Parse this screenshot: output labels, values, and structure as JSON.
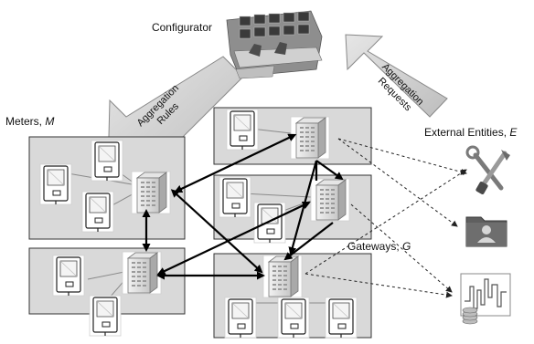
{
  "labels": {
    "configurator": "Configurator",
    "meters_prefix": "Meters, ",
    "meters_symbol": "M",
    "gateways_prefix": "Gateways, ",
    "gateways_symbol": "G",
    "external_prefix": "External Entities, ",
    "external_symbol": "E",
    "aggregation_rules_1": "Aggregation",
    "aggregation_rules_2": "Rules",
    "aggregation_requests_1": "Aggregation",
    "aggregation_requests_2": "Requests"
  },
  "icons": {
    "configurator": "control-room-icon",
    "meter": "smart-meter-icon",
    "gateway": "server-icon",
    "tools": "tools-icon",
    "user_folder": "user-folder-icon",
    "data_chart": "coins-chart-icon"
  },
  "colors": {
    "cluster_fill": "#d9d9d9",
    "arrow_fill": "#cfcfcf",
    "link_bold": "#000000",
    "link_thin": "#8a8a8a"
  }
}
